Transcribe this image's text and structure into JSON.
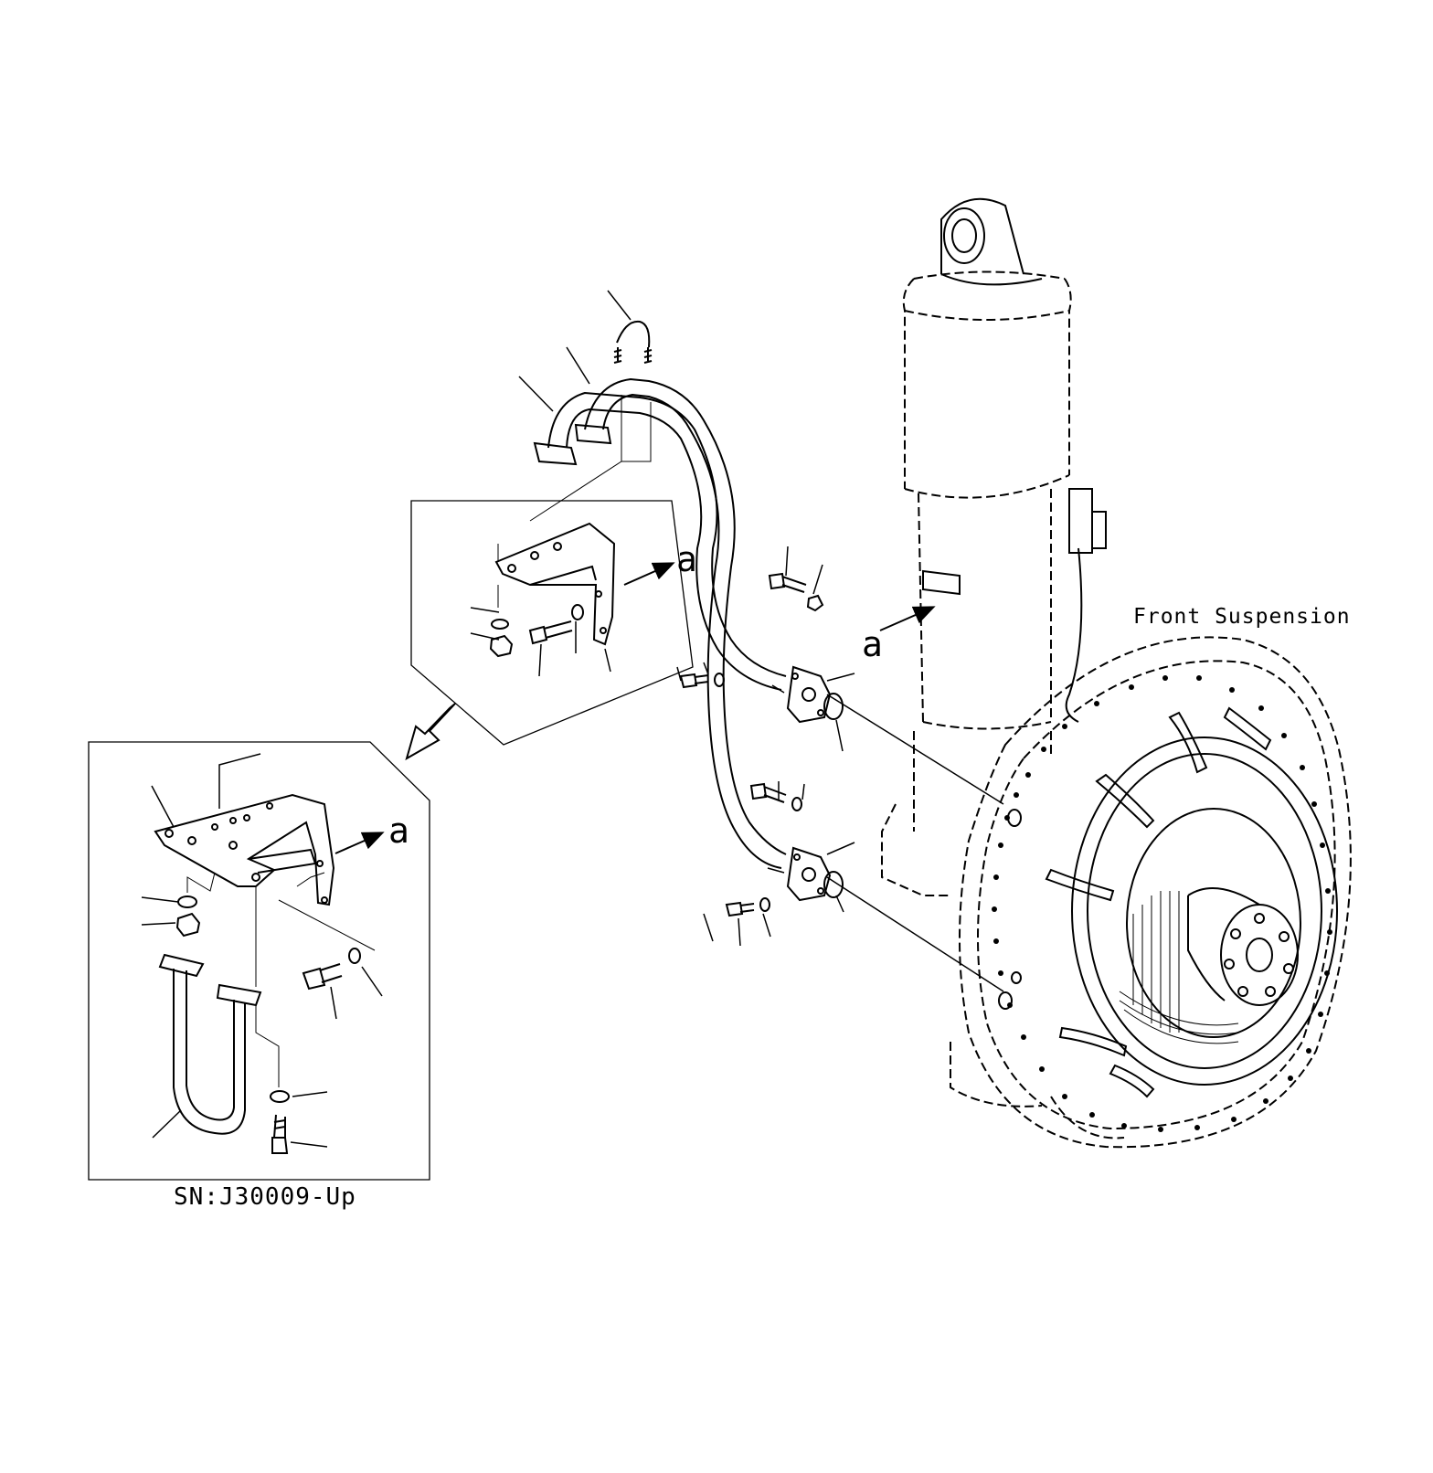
{
  "diagram": {
    "title": "Front Suspension",
    "serial_note": "SN:J30009-Up",
    "view_marker": "a"
  },
  "colors": {
    "line": "#000000",
    "dashed": "#000000",
    "background": "#ffffff"
  },
  "icons": [
    "view-direction-arrow",
    "detail-view-arrow"
  ]
}
